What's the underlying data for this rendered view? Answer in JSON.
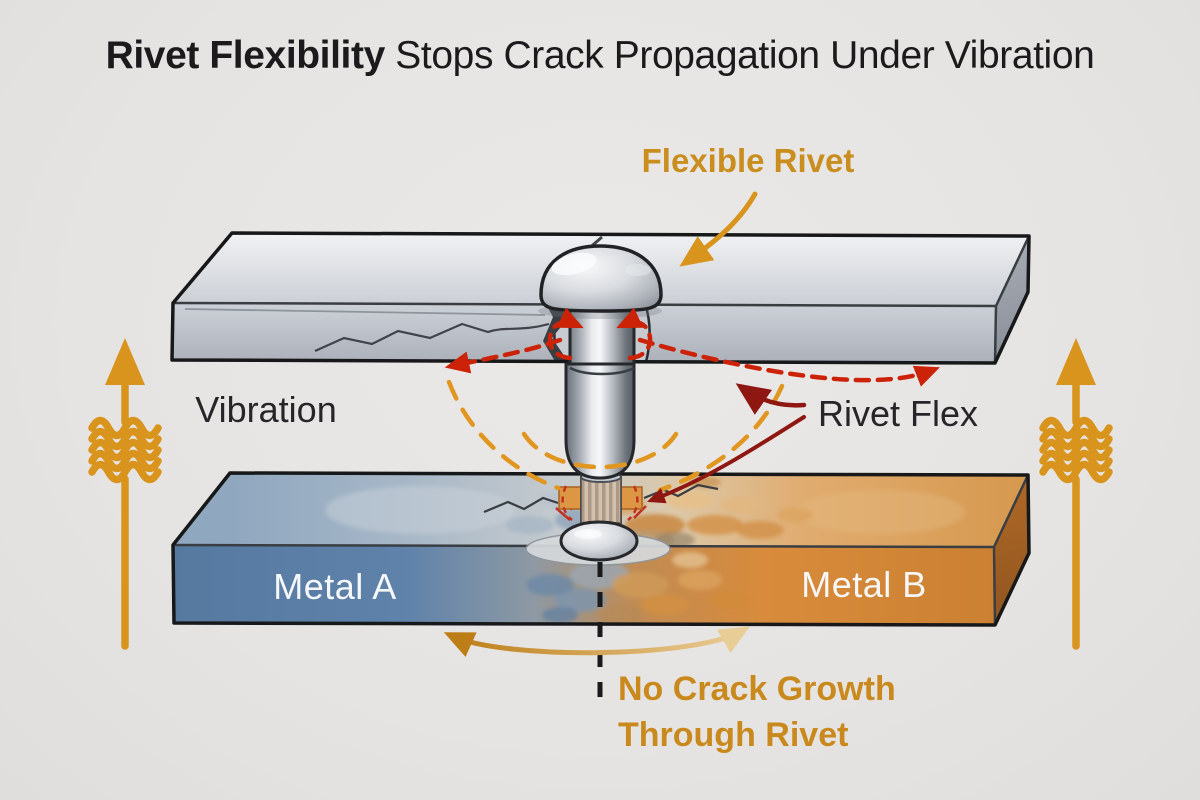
{
  "title": {
    "bold": "Rivet Flexibility",
    "rest": " Stops Crack Propagation Under Vibration"
  },
  "callouts": {
    "flexible_rivet": "Flexible Rivet",
    "rivet_flex": "Rivet Flex",
    "no_crack_line1": "No Crack Growth",
    "no_crack_line2": "Through Rivet"
  },
  "annotations": {
    "vibration": "Vibration"
  },
  "plates": {
    "top_plate": "cracked gray plate",
    "metal_a": "Metal A",
    "metal_b": "Metal B"
  },
  "icons": {
    "vibration_arrow_left": "up-arrow-with-wave-lines",
    "vibration_arrow_right": "up-arrow-with-wave-lines",
    "flexible_rivet_arrow": "curved-arrow-to-rivet-head",
    "rivet_flex_arrows": "maroon-curved-pointers",
    "flex_arcs": "red-and-orange-dashed-swing-arcs",
    "crack": "zigzag-crack",
    "center_line": "vertical-dashed-line",
    "swing_arrow": "double-headed-curved-arrow"
  },
  "colors": {
    "background": "#E7E5E3",
    "title_text": "#1B1B1D",
    "accent_gold": "#D8941C",
    "gold_text": "#C98E1E",
    "flex_red_dashed": "#CC2208",
    "maroon_arrow": "#8F1712",
    "metal_a_blue": "#5881A9",
    "metal_b_orange": "#D98836",
    "plate_gray": "#C6CAD1",
    "rivet_silver": "#D9DCE0",
    "label_white": "#F5F7F9"
  }
}
